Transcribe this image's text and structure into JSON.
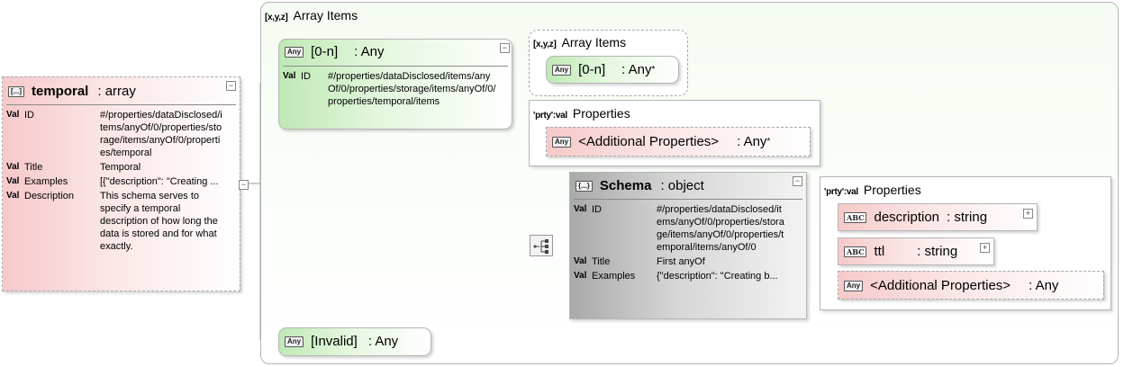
{
  "root": {
    "icon": "[...]",
    "name": "temporal",
    "type": ": array",
    "toggle": "−",
    "rows": [
      {
        "key": "ID",
        "value": "#/properties/dataDisclosed/items/anyOf/0/properties/storage/items/anyOf/0/properties/temporal"
      },
      {
        "key": "Title",
        "value": "Temporal"
      },
      {
        "key": "Examples",
        "value": "[{\"description\": \"Creating ..."
      },
      {
        "key": "Description",
        "value": "This schema serves to specify a temporal description of how long the data is stored and for what exactly."
      }
    ]
  },
  "root_connector_toggle": "−",
  "array_items_group": {
    "icon": "[x,y,z]",
    "title": "Array Items"
  },
  "item_any": {
    "badge": "Any",
    "name": "[0-n]",
    "type": ": Any",
    "toggle": "−",
    "rows": [
      {
        "key": "ID",
        "value": "#/properties/dataDisclosed/items/anyOf/0/properties/storage/items/anyOf/0/properties/temporal/items"
      }
    ]
  },
  "nested_array_items": {
    "icon": "[x,y,z]",
    "title": "Array Items",
    "item": {
      "badge": "Any",
      "name": "[0-n]",
      "type": ": Any",
      "star": "*"
    }
  },
  "properties_group_1": {
    "icon": "'prty':val",
    "title": "Properties",
    "item": {
      "badge": "Any",
      "name": "<Additional Properties>",
      "type": ": Any",
      "star": "*"
    }
  },
  "schema_object": {
    "icon": "{...}",
    "name": "Schema",
    "type": ": object",
    "toggle": "−",
    "rows": [
      {
        "key": "ID",
        "value": "#/properties/dataDisclosed/items/anyOf/0/properties/storage/items/anyOf/0/properties/temporal/items/anyOf/0"
      },
      {
        "key": "Title",
        "value": "First anyOf"
      },
      {
        "key": "Examples",
        "value": "{\"description\": \"Creating b..."
      }
    ]
  },
  "properties_group_2": {
    "icon": "'prty':val",
    "title": "Properties",
    "items": [
      {
        "badge": "ABC",
        "name": "description",
        "type": ": string",
        "toggle": "+"
      },
      {
        "badge": "ABC",
        "name": "ttl",
        "type": ": string",
        "toggle": "+"
      },
      {
        "badge": "Any",
        "name": "<Additional Properties>",
        "type": ": Any"
      }
    ]
  },
  "invalid_item": {
    "badge": "Any",
    "name": "[Invalid]",
    "type": ": Any"
  },
  "val_label": "Val",
  "colors": {
    "pink": "#f6c9c9",
    "green": "#bfe9b5",
    "grey": "#a9a9a9",
    "line": "#9a9a9a"
  }
}
